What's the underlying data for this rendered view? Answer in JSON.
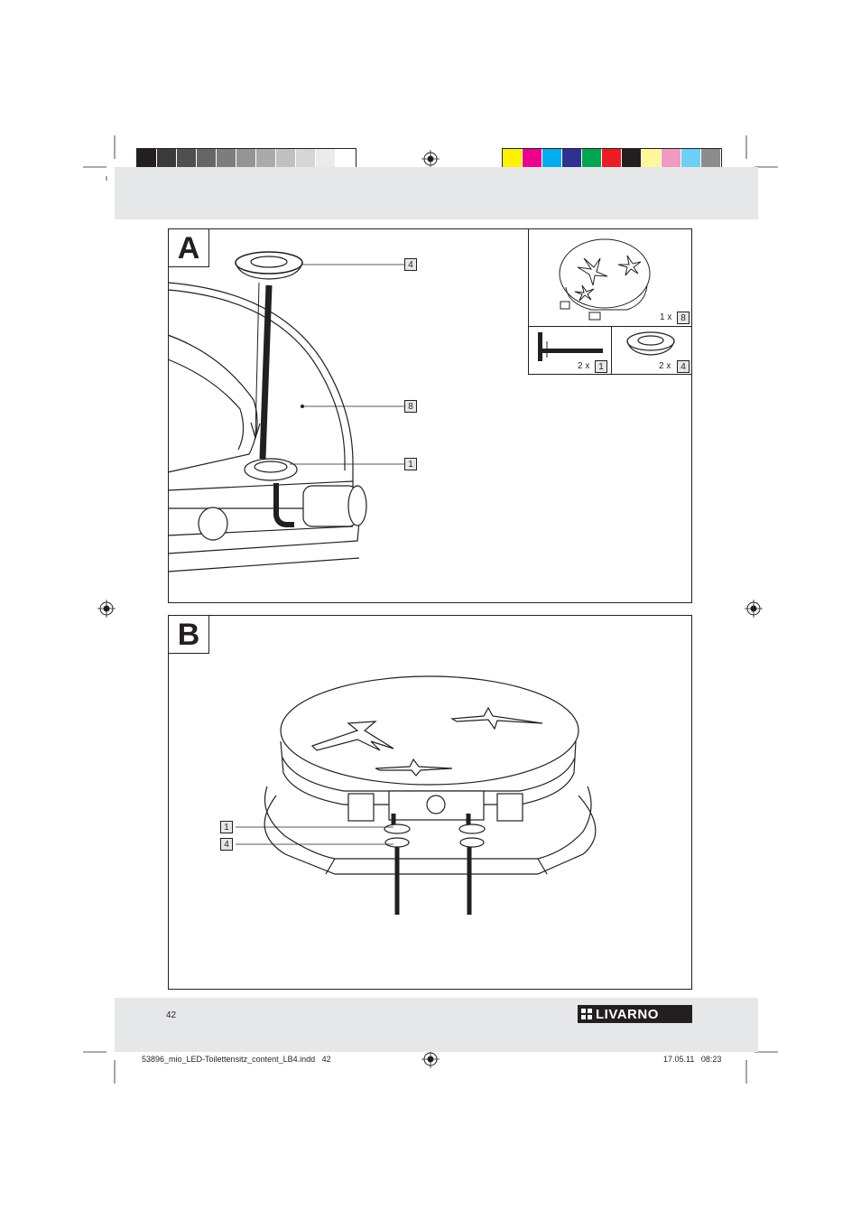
{
  "panels": {
    "a": {
      "letter": "A"
    },
    "b": {
      "letter": "B"
    }
  },
  "callouts": {
    "a_lid_ring": "4",
    "a_seat": "8",
    "a_hinge": "1",
    "inv_seat": "8",
    "inv_key": "1",
    "inv_ring": "4",
    "b_hinge": "1",
    "b_ring": "4"
  },
  "quantities": {
    "seat": "1 x",
    "key": "2 x",
    "ring": "2 x"
  },
  "page_number": "42",
  "brand": "LIVARNO",
  "footer": {
    "file": "53896_mio_LED-Toilettensitz_content_LB4.indd   42",
    "date": "17.05.11   08:23"
  },
  "colors": {
    "band": "#e6e7e8",
    "gray_swatches": [
      "#231f20",
      "#3a3a3b",
      "#4f4f50",
      "#666667",
      "#7d7d7e",
      "#949495",
      "#aaaaab",
      "#c0c0c1",
      "#d6d6d7",
      "#ebebeb",
      "#ffffff"
    ],
    "color_swatches": [
      "#fff200",
      "#ec008c",
      "#00aeef",
      "#2e3192",
      "#00a651",
      "#ed1c24",
      "#231f20",
      "#fff799",
      "#f49ac1",
      "#6dcff6",
      "#8c8c8c"
    ]
  },
  "icons": [
    "registration-mark-icon",
    "crop-mark-icon",
    "allen-key-icon",
    "ring-washer-icon",
    "toilet-seat-icon"
  ]
}
